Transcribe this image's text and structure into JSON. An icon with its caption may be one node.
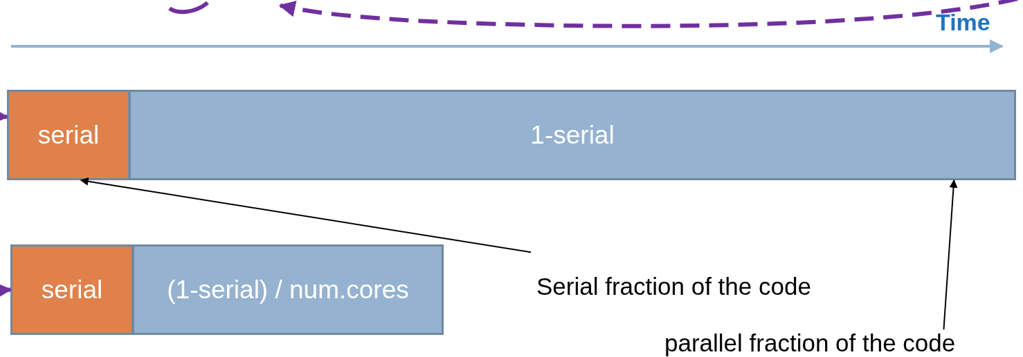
{
  "diagram": {
    "nodes": [
      {
        "text": [
          "serial"
        ]
      },
      {
        "text": [
          "1-serial"
        ]
      },
      {
        "text": [
          "serial"
        ]
      },
      {
        "text": [
          "(1-serial) / num.cores"
        ]
      },
      {
        "text": [
          "Serial fraction of the code"
        ]
      },
      {
        "text": [
          "parallel fraction of the code"
        ]
      }
    ],
    "edges": [
      {
        "from": 4,
        "to": 0,
        "arrow": "to"
      },
      {
        "from": 5,
        "to": 1,
        "arrow": "to"
      },
      {
        "from": null,
        "to": 0,
        "arrow": "to",
        "style": "dashed",
        "color": "#7030a0"
      },
      {
        "from": null,
        "to": 2,
        "arrow": "to",
        "style": "dashed",
        "color": "#7030a0"
      }
    ],
    "labels": [
      "Time"
    ]
  }
}
